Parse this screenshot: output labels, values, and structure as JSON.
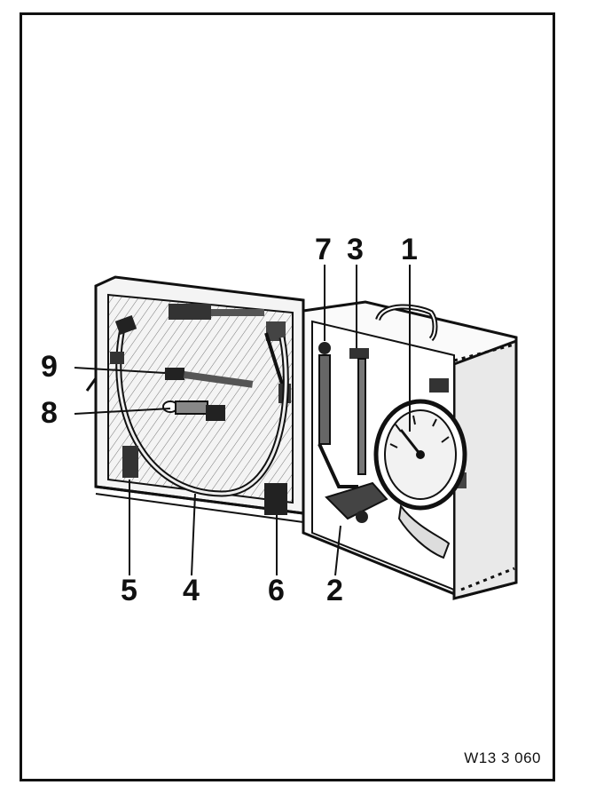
{
  "figure": {
    "reference_code": "W13 3 060",
    "callouts": {
      "c1": "1",
      "c2": "2",
      "c3": "3",
      "c4": "4",
      "c5": "5",
      "c6": "6",
      "c7": "7",
      "c8": "8",
      "c9": "9"
    }
  }
}
